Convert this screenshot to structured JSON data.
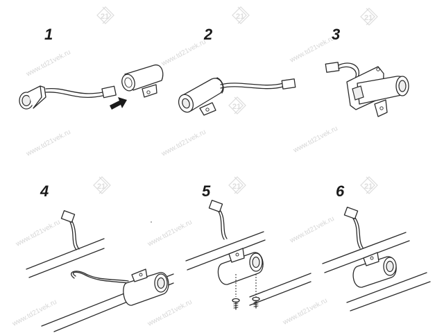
{
  "watermark": {
    "site": "www.td21vek.ru",
    "logo_text": "21",
    "logo_icon": "td21vek-logo-icon"
  },
  "steps": [
    {
      "number": "1"
    },
    {
      "number": "2"
    },
    {
      "number": "3"
    },
    {
      "number": "4"
    },
    {
      "number": "5"
    },
    {
      "number": "6"
    }
  ],
  "colors": {
    "line": "#2a2a2a",
    "watermark": "#d6d6d6"
  }
}
